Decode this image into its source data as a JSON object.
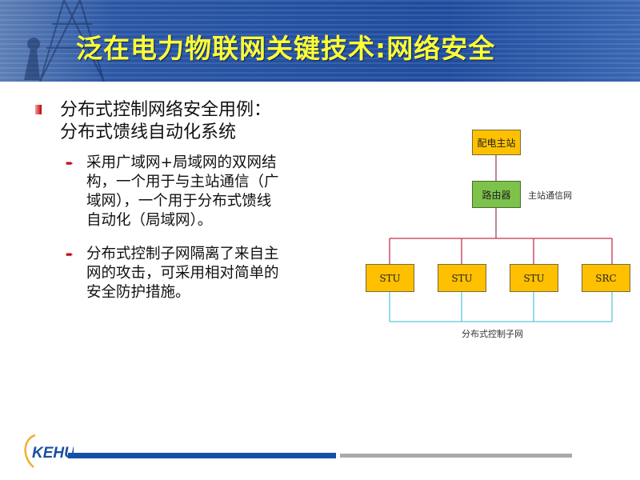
{
  "header": {
    "title": "泛在电力物联网关键技术:网络安全"
  },
  "bullets": {
    "main_lines": [
      "分布式控制网络安全用例：",
      "分布式馈线自动化系统"
    ],
    "sub": [
      {
        "lines": [
          "采用广域网+局域网的双网结",
          "构，一个用于与主站通信（广",
          "域网），一个用于分布式馈线",
          "自动化（局域网）。"
        ]
      },
      {
        "lines": [
          "分布式控制子网隔离了来自主",
          "网的攻击，可采用相对简单的",
          "安全防护措施。"
        ]
      }
    ]
  },
  "diagram": {
    "master_station": "配电主站",
    "router": "路由器",
    "master_network_label": "主站通信网",
    "nodes": [
      "STU",
      "STU",
      "STU",
      "SRC"
    ],
    "subnet_label": "分布式控制子网",
    "colors": {
      "node": "#ffc000",
      "router": "#7dc24a",
      "upper_line": "#c8304a",
      "lower_line": "#5cc8d8"
    }
  },
  "footer": {
    "logo_text": "KEHUI"
  }
}
